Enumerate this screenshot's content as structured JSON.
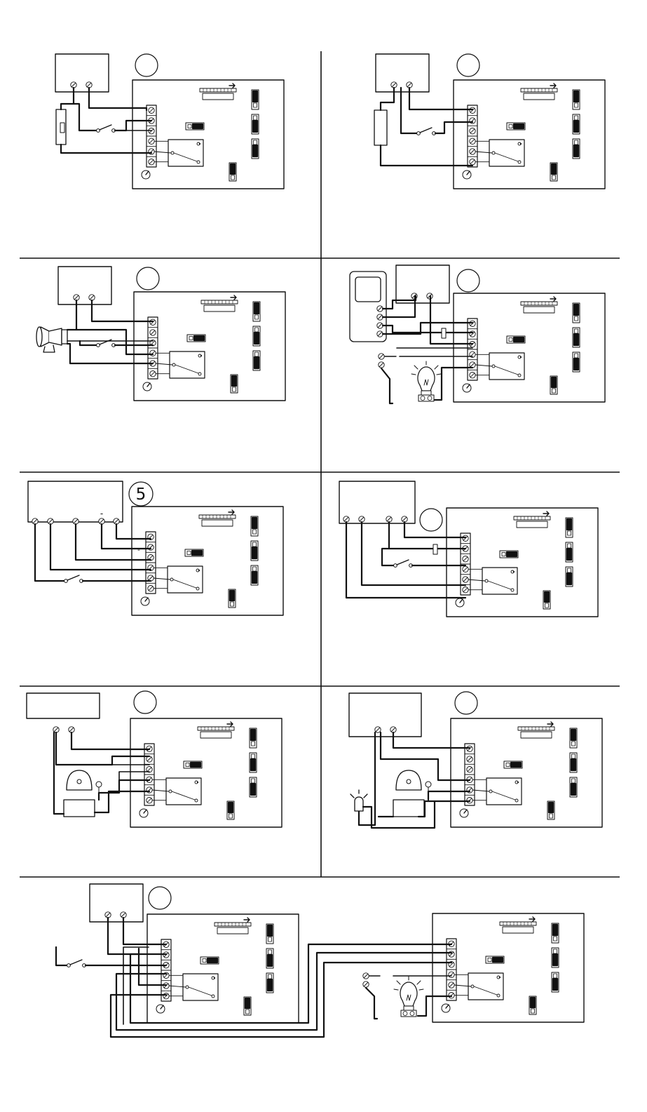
{
  "panels": [
    {
      "id": "panel-1",
      "badge": "",
      "polarity_mark": ""
    },
    {
      "id": "panel-2",
      "badge": "",
      "polarity_mark": ""
    },
    {
      "id": "panel-3",
      "badge": "",
      "polarity_mark": ""
    },
    {
      "id": "panel-4",
      "badge": "",
      "polarity_mark": ""
    },
    {
      "id": "panel-5",
      "badge": "5",
      "polarity_mark": "-"
    },
    {
      "id": "panel-6",
      "badge": "",
      "polarity_mark": ""
    },
    {
      "id": "panel-7",
      "badge": "",
      "polarity_mark": ""
    },
    {
      "id": "panel-8",
      "badge": "",
      "polarity_mark": ""
    },
    {
      "id": "panel-9",
      "badge": "",
      "polarity_mark": ""
    }
  ],
  "colors": {
    "line": "#111111",
    "background": "#ffffff",
    "jumper_fill": "#111111"
  },
  "icons": [
    "relay-board-icon",
    "power-source-icon",
    "switch-icon",
    "siren-icon",
    "bell-icon",
    "light-bulb-icon",
    "strobe-icon",
    "telephone-icon",
    "trimmer-potentiometer-icon"
  ]
}
